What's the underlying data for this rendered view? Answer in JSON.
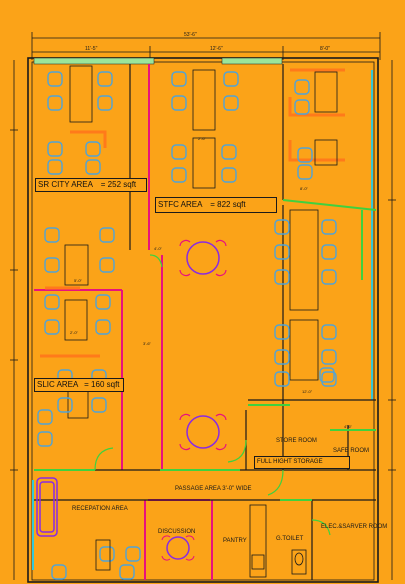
{
  "colors": {
    "background": "#FBA318",
    "wall": "#1a1a1a",
    "partition_magenta": "#E8127D",
    "partition_green": "#3FD13F",
    "cyan_wall": "#33C8D8",
    "furniture_blue": "#4FA3D8",
    "chair_purple": "#8A2BE2",
    "orange_counter": "#FF7A1A"
  },
  "dimensions": {
    "overall_width": "53'-6\"",
    "seg_1": "11'-5\"",
    "seg_2": "12'-6\"",
    "seg_3": "8'-0\""
  },
  "areas": {
    "sr_city": "SR CITY AREA",
    "sr_city_value": "= 252 sqft",
    "stfc": "STFC AREA",
    "stfc_value": "= 822 sqft",
    "slic": "SLIC AREA",
    "slic_value": "= 160 sqft"
  },
  "rooms": {
    "passage": "PASSAGE AREA 3'-0\" WIDE",
    "reception": "RECEPATION AREA",
    "discussion": "DISCUSSION",
    "pantry": "PANTRY",
    "toilet": "G.TOILET",
    "elec_server": "ELEC.&SARVER ROOM",
    "store": "STORE ROOM",
    "full_height_storage": "FULL HIGHT STORAGE",
    "safe": "SAFE ROOM"
  },
  "small_dims": [
    "5'-0\"",
    "2'-0\"",
    "3'-6\"",
    "4'-0\"",
    "2'-6\"",
    "12'-0\"",
    "8'-0\"",
    "4'-6\""
  ]
}
